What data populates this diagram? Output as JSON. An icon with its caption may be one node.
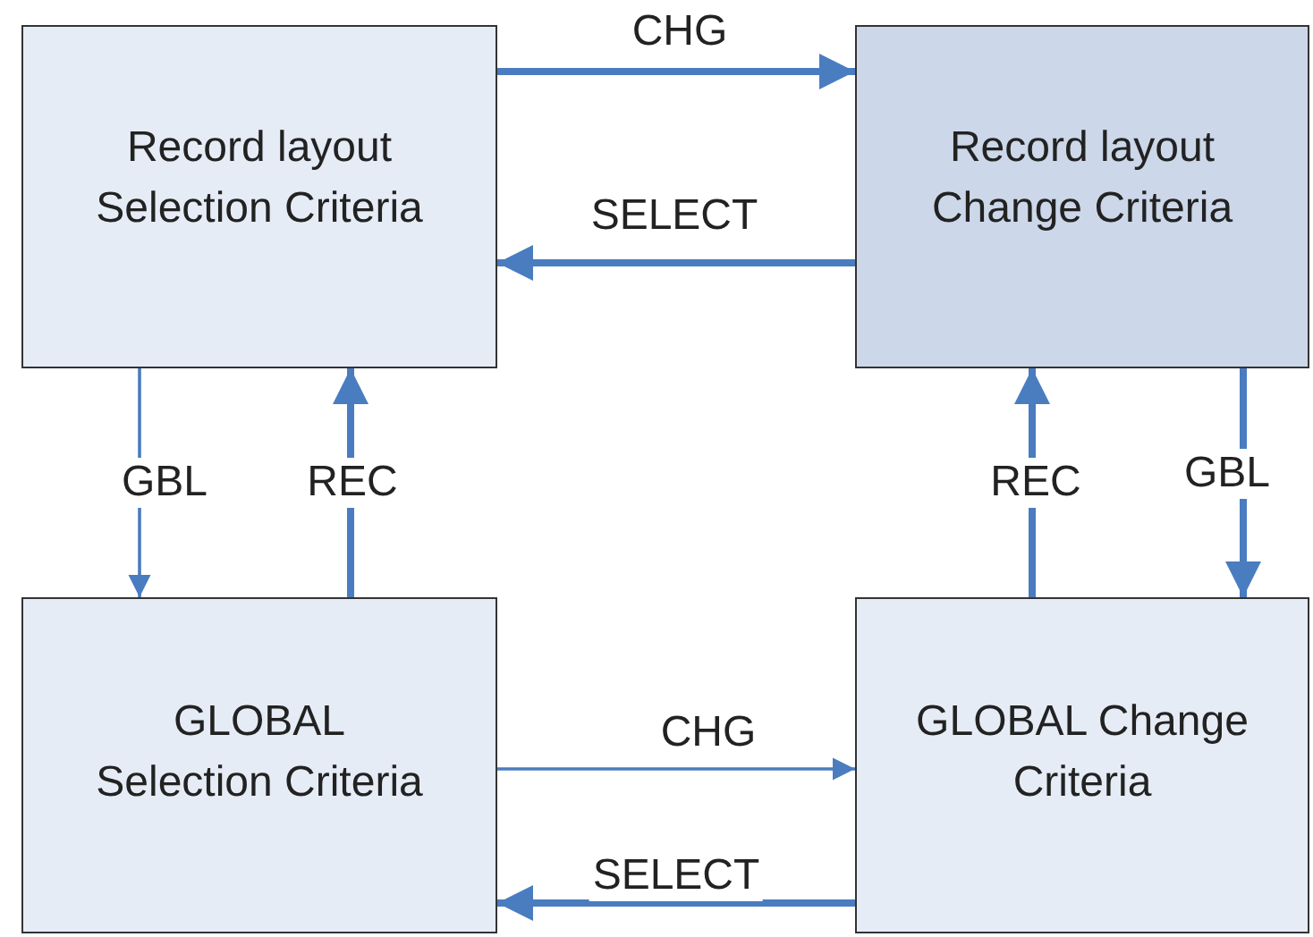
{
  "diagram": {
    "nodes": [
      {
        "text": [
          "Record layout Selection Criteria"
        ]
      },
      {
        "text": [
          "Record layout Change Criteria"
        ]
      },
      {
        "text": [
          "GLOBAL Selection Criteria"
        ]
      },
      {
        "text": [
          "GLOBAL Change Criteria"
        ]
      }
    ],
    "edges": [
      {
        "from": 0,
        "to": 1,
        "arrow": "to",
        "label": "CHG"
      },
      {
        "from": 1,
        "to": 0,
        "arrow": "to",
        "label": "SELECT"
      },
      {
        "from": 0,
        "to": 2,
        "arrow": "to",
        "label": "GBL"
      },
      {
        "from": 2,
        "to": 0,
        "arrow": "to",
        "label": "REC"
      },
      {
        "from": 3,
        "to": 1,
        "arrow": "to",
        "label": "REC"
      },
      {
        "from": 1,
        "to": 3,
        "arrow": "to",
        "label": "GBL"
      },
      {
        "from": 2,
        "to": 3,
        "arrow": "to",
        "label": "CHG"
      },
      {
        "from": 3,
        "to": 2,
        "arrow": "to",
        "label": "SELECT"
      }
    ]
  }
}
